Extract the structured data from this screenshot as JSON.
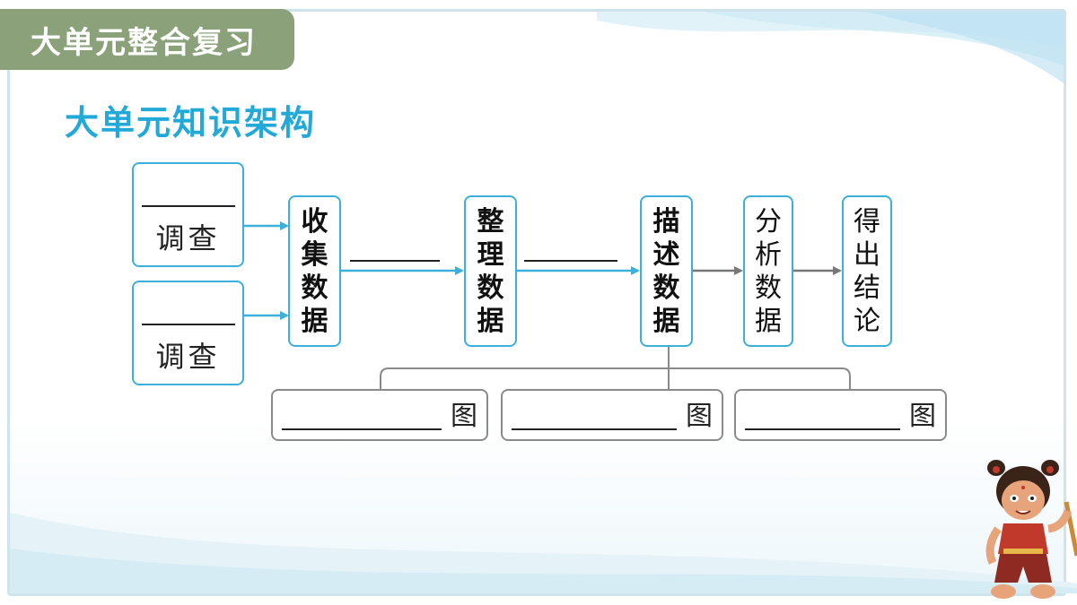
{
  "header": {
    "title": "大单元整合复习"
  },
  "section": {
    "title": "大单元知识架构"
  },
  "survey_boxes": [
    {
      "suffix": "调查"
    },
    {
      "suffix": "调查"
    }
  ],
  "steps": [
    {
      "label": "收集数据"
    },
    {
      "label": "整理数据"
    },
    {
      "label": "描述数据"
    },
    {
      "label": "分析数据"
    },
    {
      "label": "得出结论"
    }
  ],
  "graph_boxes": [
    {
      "suffix": "图"
    },
    {
      "suffix": "图"
    },
    {
      "suffix": "图"
    }
  ],
  "colors": {
    "accent": "#3ab0da",
    "title_tab": "#8aa17a",
    "subtitle": "#22a9d8",
    "arrow_gray": "#777777",
    "graph_border": "#8a8a8a"
  },
  "icons": {
    "mascot": "cartoon-character-icon"
  }
}
